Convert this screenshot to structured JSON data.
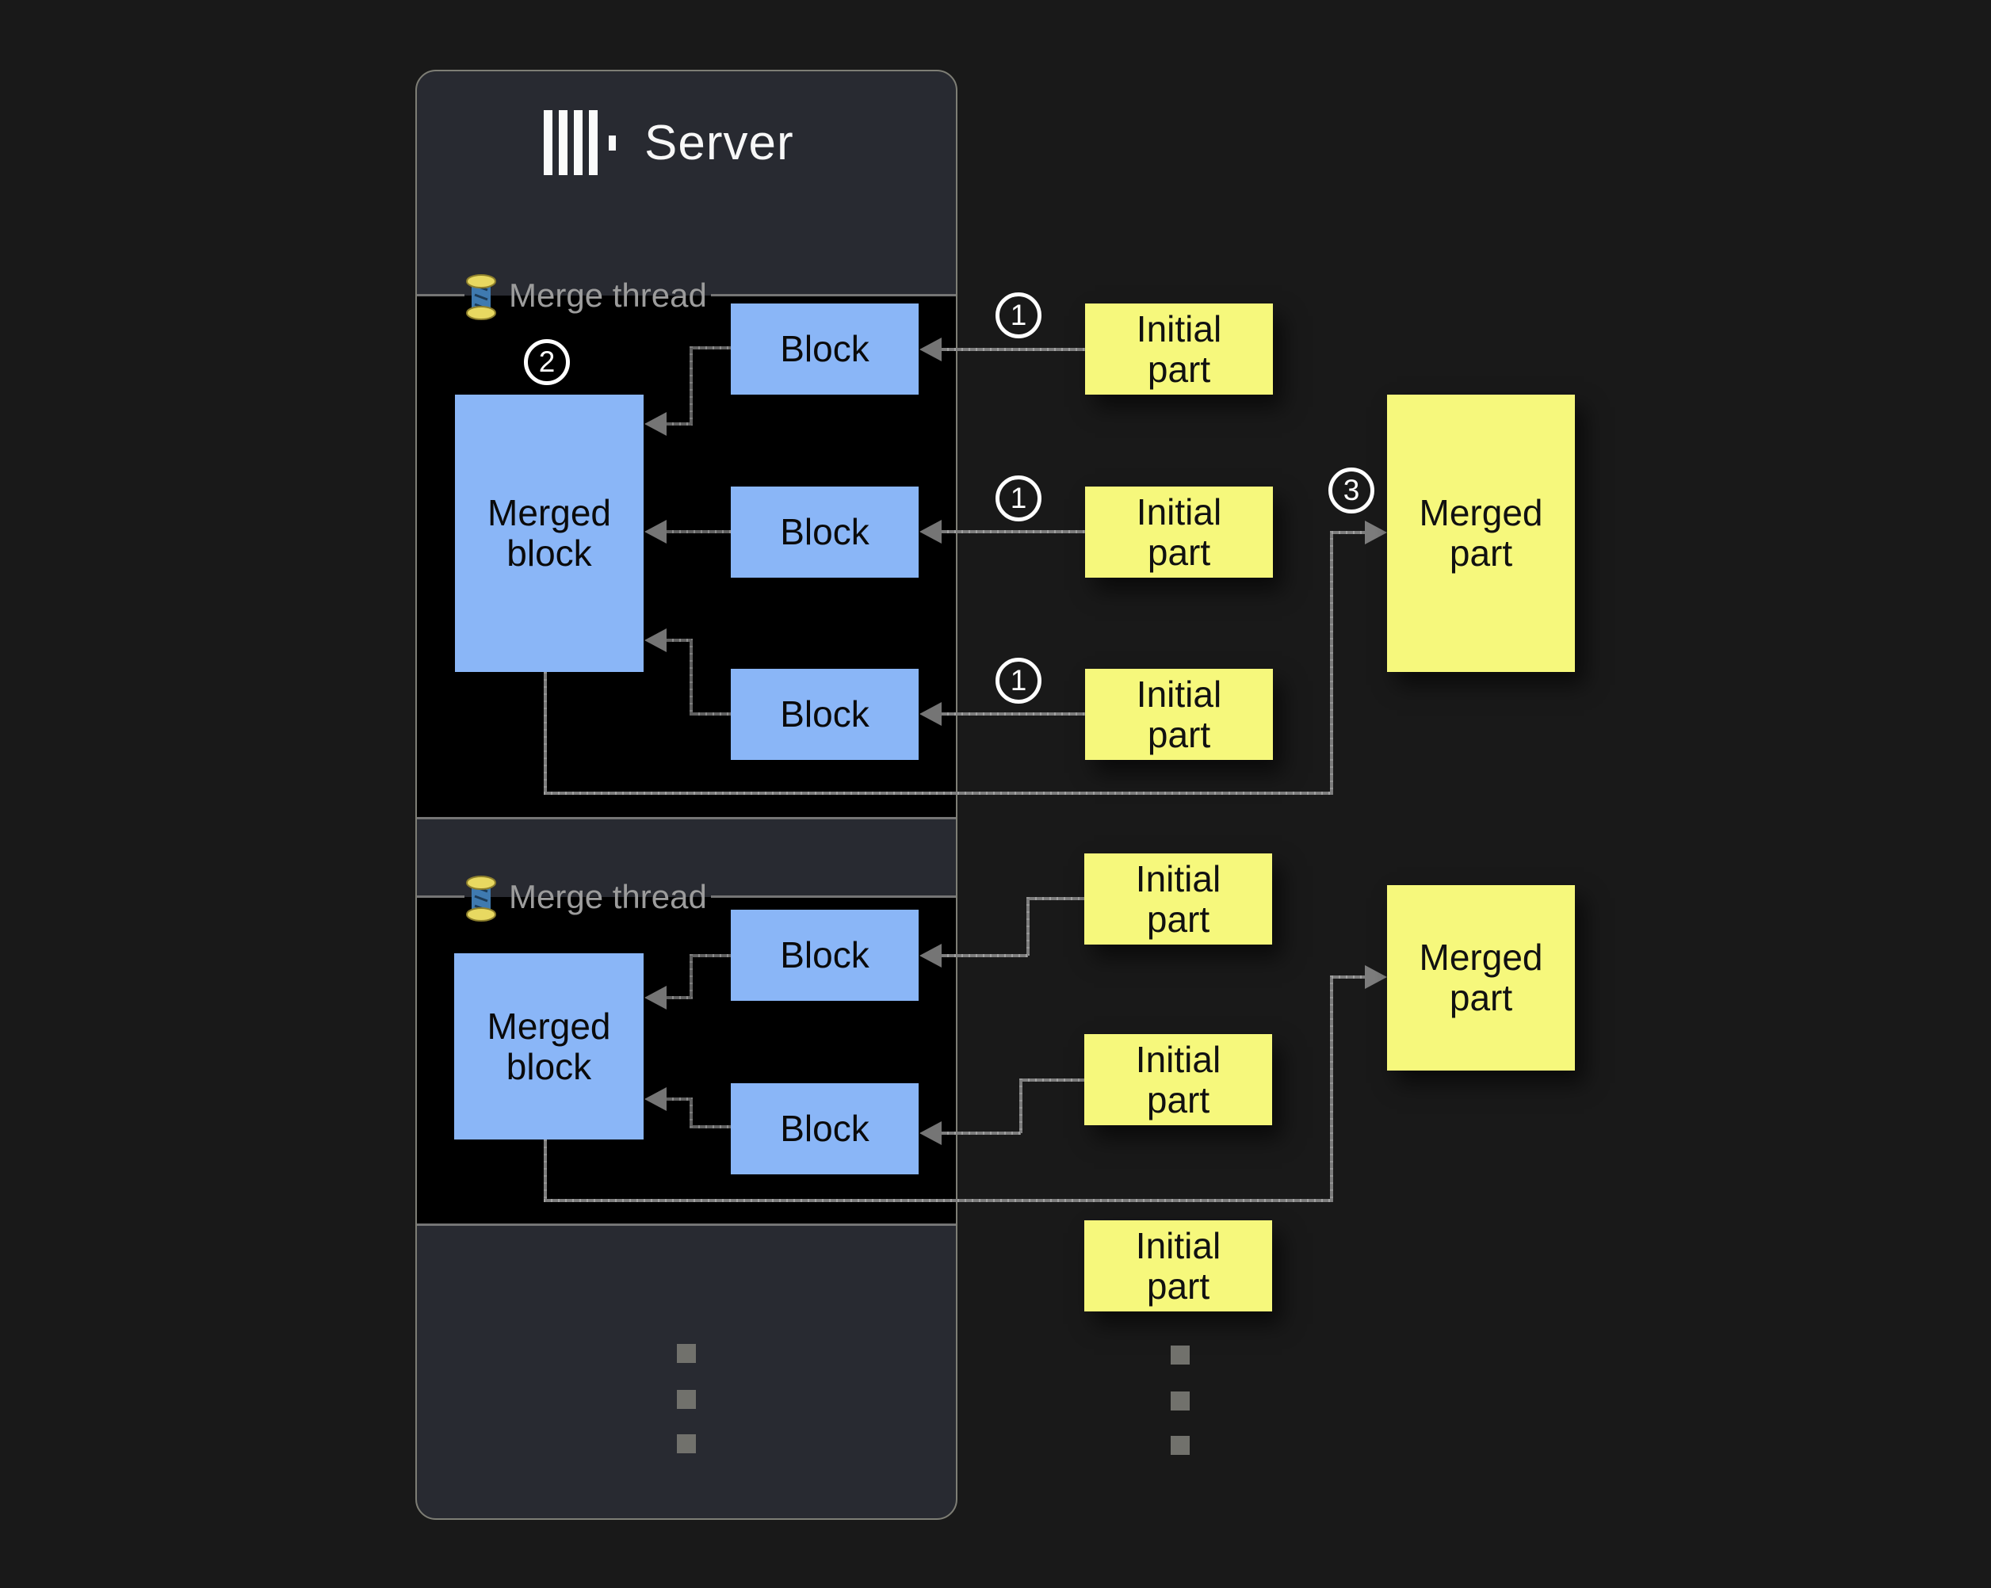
{
  "colors": {
    "page_bg": "#191919",
    "panel_bg": "#282a31",
    "panel_border": "#7e7e75",
    "thread_box_bg": "#000000",
    "thread_box_border": "#757575",
    "block_fill": "#8ab6f7",
    "part_fill": "#f6f87c",
    "connector_line": "#7d7d7d",
    "thread_label_gray": "#9c9c9c",
    "badge_white": "#ffffff"
  },
  "icons": {
    "server_logo": "clickhouse-bars-logo-icon",
    "thread": "thread-spool-icon"
  },
  "server": {
    "title": "Server"
  },
  "threads": [
    {
      "label": "Merge thread",
      "badge": "2",
      "merged_block_label": "Merged block",
      "block_labels": [
        "Block",
        "Block",
        "Block"
      ]
    },
    {
      "label": "Merge thread",
      "merged_block_label": "Merged block",
      "block_labels": [
        "Block",
        "Block"
      ]
    }
  ],
  "initial_parts": [
    {
      "label": "Initial part",
      "badge": "1"
    },
    {
      "label": "Initial part",
      "badge": "1"
    },
    {
      "label": "Initial part",
      "badge": "1"
    },
    {
      "label": "Initial part"
    },
    {
      "label": "Initial part"
    },
    {
      "label": "Initial part"
    }
  ],
  "merged_parts": [
    {
      "label": "Merged part",
      "badge": "3"
    },
    {
      "label": "Merged part"
    }
  ],
  "ellipsis": {
    "columns": 2,
    "dots_per_column": 3
  }
}
